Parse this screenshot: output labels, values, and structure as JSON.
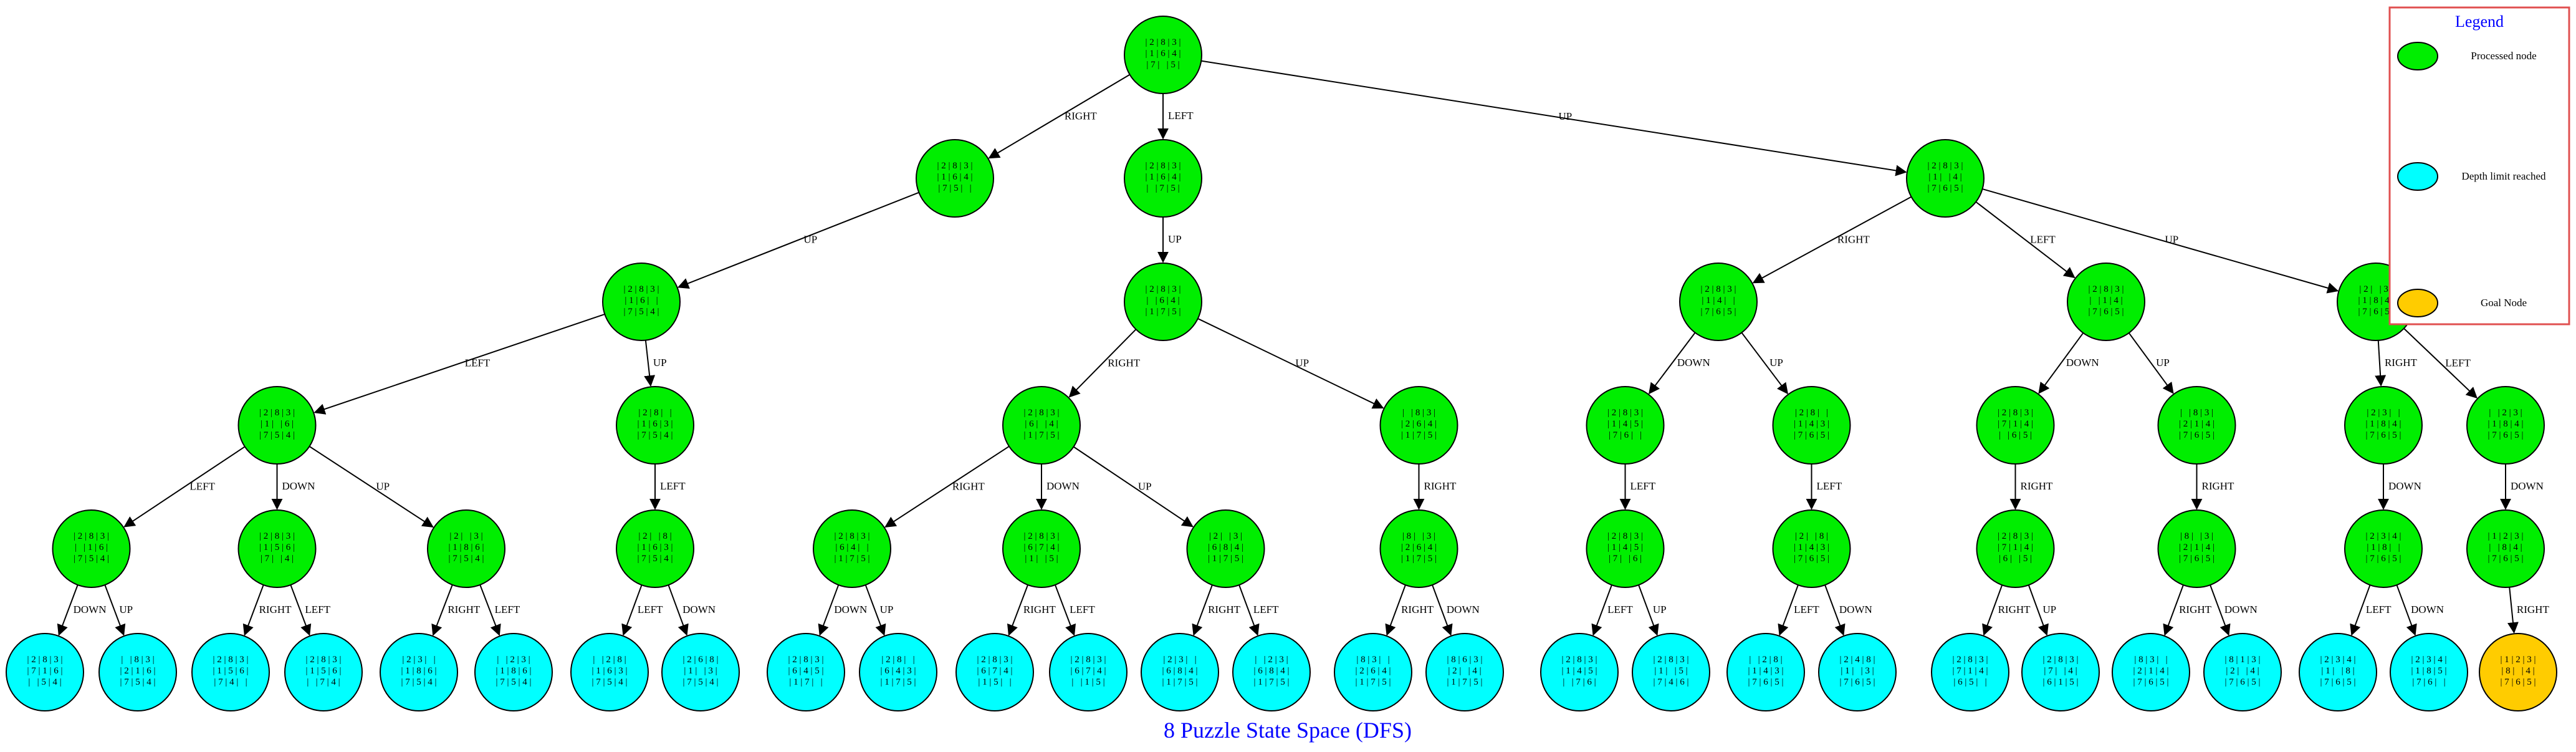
{
  "title": "8 Puzzle State Space (DFS)",
  "colors": {
    "processed": "#00ee00",
    "depth_limit": "#00ffff",
    "goal": "#ffcc00",
    "legend_border": "#e05050",
    "title_text": "#0000ff"
  },
  "legend": {
    "title": "Legend",
    "items": [
      {
        "label": "Processed node",
        "status": "processed"
      },
      {
        "label": "Depth limit reached",
        "status": "depth_limit"
      },
      {
        "label": "Goal Node",
        "status": "goal"
      }
    ]
  },
  "nodes": [
    {
      "id": "n0",
      "status": "processed",
      "lines": [
        "| 2 | 8 | 3 |",
        "| 1 | 6 | 4 |",
        "| 7 |   | 5 |"
      ]
    },
    {
      "id": "n1",
      "status": "processed",
      "lines": [
        "| 2 | 8 | 3 |",
        "| 1 | 6 | 4 |",
        "| 7 | 5 |   |"
      ]
    },
    {
      "id": "n2",
      "status": "processed",
      "lines": [
        "| 2 | 8 | 3 |",
        "| 1 | 6 | 4 |",
        "|   | 7 | 5 |"
      ]
    },
    {
      "id": "n3",
      "status": "processed",
      "lines": [
        "| 2 | 8 | 3 |",
        "| 1 |   | 4 |",
        "| 7 | 6 | 5 |"
      ]
    },
    {
      "id": "n4",
      "status": "processed",
      "lines": [
        "| 2 | 8 | 3 |",
        "| 1 | 6 |   |",
        "| 7 | 5 | 4 |"
      ]
    },
    {
      "id": "n5",
      "status": "processed",
      "lines": [
        "| 2 | 8 | 3 |",
        "|   | 6 | 4 |",
        "| 1 | 7 | 5 |"
      ]
    },
    {
      "id": "n6",
      "status": "processed",
      "lines": [
        "| 2 | 8 | 3 |",
        "| 1 | 4 |   |",
        "| 7 | 6 | 5 |"
      ]
    },
    {
      "id": "n7",
      "status": "processed",
      "lines": [
        "| 2 | 8 | 3 |",
        "|   | 1 | 4 |",
        "| 7 | 6 | 5 |"
      ]
    },
    {
      "id": "n8",
      "status": "processed",
      "lines": [
        "| 2 |   | 3 |",
        "| 1 | 8 | 4 |",
        "| 7 | 6 | 5 |"
      ]
    },
    {
      "id": "n9",
      "status": "processed",
      "lines": [
        "| 2 | 8 | 3 |",
        "| 1 |   | 6 |",
        "| 7 | 5 | 4 |"
      ]
    },
    {
      "id": "n10",
      "status": "processed",
      "lines": [
        "| 2 | 8 |   |",
        "| 1 | 6 | 3 |",
        "| 7 | 5 | 4 |"
      ]
    },
    {
      "id": "n11",
      "status": "processed",
      "lines": [
        "| 2 | 8 | 3 |",
        "| 6 |   | 4 |",
        "| 1 | 7 | 5 |"
      ]
    },
    {
      "id": "n12",
      "status": "processed",
      "lines": [
        "|   | 8 | 3 |",
        "| 2 | 6 | 4 |",
        "| 1 | 7 | 5 |"
      ]
    },
    {
      "id": "n13",
      "status": "processed",
      "lines": [
        "| 2 | 8 | 3 |",
        "| 1 | 4 | 5 |",
        "| 7 | 6 |   |"
      ]
    },
    {
      "id": "n14",
      "status": "processed",
      "lines": [
        "| 2 | 8 |   |",
        "| 1 | 4 | 3 |",
        "| 7 | 6 | 5 |"
      ]
    },
    {
      "id": "n15",
      "status": "processed",
      "lines": [
        "| 2 | 8 | 3 |",
        "| 7 | 1 | 4 |",
        "|   | 6 | 5 |"
      ]
    },
    {
      "id": "n16",
      "status": "processed",
      "lines": [
        "|   | 8 | 3 |",
        "| 2 | 1 | 4 |",
        "| 7 | 6 | 5 |"
      ]
    },
    {
      "id": "n17",
      "status": "processed",
      "lines": [
        "| 2 | 3 |   |",
        "| 1 | 8 | 4 |",
        "| 7 | 6 | 5 |"
      ]
    },
    {
      "id": "n18",
      "status": "processed",
      "lines": [
        "|   | 2 | 3 |",
        "| 1 | 8 | 4 |",
        "| 7 | 6 | 5 |"
      ]
    },
    {
      "id": "n19",
      "status": "processed",
      "lines": [
        "| 2 | 8 | 3 |",
        "|   | 1 | 6 |",
        "| 7 | 5 | 4 |"
      ]
    },
    {
      "id": "n20",
      "status": "processed",
      "lines": [
        "| 2 | 8 | 3 |",
        "| 1 | 5 | 6 |",
        "| 7 |   | 4 |"
      ]
    },
    {
      "id": "n21",
      "status": "processed",
      "lines": [
        "| 2 |   | 3 |",
        "| 1 | 8 | 6 |",
        "| 7 | 5 | 4 |"
      ]
    },
    {
      "id": "n22",
      "status": "processed",
      "lines": [
        "| 2 |   | 8 |",
        "| 1 | 6 | 3 |",
        "| 7 | 5 | 4 |"
      ]
    },
    {
      "id": "n23",
      "status": "processed",
      "lines": [
        "| 2 | 8 | 3 |",
        "| 6 | 4 |   |",
        "| 1 | 7 | 5 |"
      ]
    },
    {
      "id": "n24",
      "status": "processed",
      "lines": [
        "| 2 | 8 | 3 |",
        "| 6 | 7 | 4 |",
        "| 1 |   | 5 |"
      ]
    },
    {
      "id": "n25",
      "status": "processed",
      "lines": [
        "| 2 |   | 3 |",
        "| 6 | 8 | 4 |",
        "| 1 | 7 | 5 |"
      ]
    },
    {
      "id": "n26",
      "status": "processed",
      "lines": [
        "| 8 |   | 3 |",
        "| 2 | 6 | 4 |",
        "| 1 | 7 | 5 |"
      ]
    },
    {
      "id": "n27",
      "status": "processed",
      "lines": [
        "| 2 | 8 | 3 |",
        "| 1 | 4 | 5 |",
        "| 7 |   | 6 |"
      ]
    },
    {
      "id": "n28",
      "status": "processed",
      "lines": [
        "| 2 |   | 8 |",
        "| 1 | 4 | 3 |",
        "| 7 | 6 | 5 |"
      ]
    },
    {
      "id": "n29",
      "status": "processed",
      "lines": [
        "| 2 | 8 | 3 |",
        "| 7 | 1 | 4 |",
        "| 6 |   | 5 |"
      ]
    },
    {
      "id": "n30",
      "status": "processed",
      "lines": [
        "| 8 |   | 3 |",
        "| 2 | 1 | 4 |",
        "| 7 | 6 | 5 |"
      ]
    },
    {
      "id": "n31",
      "status": "processed",
      "lines": [
        "| 2 | 3 | 4 |",
        "| 1 | 8 |   |",
        "| 7 | 6 | 5 |"
      ]
    },
    {
      "id": "n32",
      "status": "processed",
      "lines": [
        "| 1 | 2 | 3 |",
        "|   | 8 | 4 |",
        "| 7 | 6 | 5 |"
      ]
    },
    {
      "id": "n33",
      "status": "depth_limit",
      "lines": [
        "| 2 | 8 | 3 |",
        "| 7 | 1 | 6 |",
        "|   | 5 | 4 |"
      ]
    },
    {
      "id": "n34",
      "status": "depth_limit",
      "lines": [
        "|   | 8 | 3 |",
        "| 2 | 1 | 6 |",
        "| 7 | 5 | 4 |"
      ]
    },
    {
      "id": "n35",
      "status": "depth_limit",
      "lines": [
        "| 2 | 8 | 3 |",
        "| 1 | 5 | 6 |",
        "| 7 | 4 |   |"
      ]
    },
    {
      "id": "n36",
      "status": "depth_limit",
      "lines": [
        "| 2 | 8 | 3 |",
        "| 1 | 5 | 6 |",
        "|   | 7 | 4 |"
      ]
    },
    {
      "id": "n37",
      "status": "depth_limit",
      "lines": [
        "| 2 | 3 |   |",
        "| 1 | 8 | 6 |",
        "| 7 | 5 | 4 |"
      ]
    },
    {
      "id": "n38",
      "status": "depth_limit",
      "lines": [
        "|   | 2 | 3 |",
        "| 1 | 8 | 6 |",
        "| 7 | 5 | 4 |"
      ]
    },
    {
      "id": "n39",
      "status": "depth_limit",
      "lines": [
        "|   | 2 | 8 |",
        "| 1 | 6 | 3 |",
        "| 7 | 5 | 4 |"
      ]
    },
    {
      "id": "n40",
      "status": "depth_limit",
      "lines": [
        "| 2 | 6 | 8 |",
        "| 1 |   | 3 |",
        "| 7 | 5 | 4 |"
      ]
    },
    {
      "id": "n41",
      "status": "depth_limit",
      "lines": [
        "| 2 | 8 | 3 |",
        "| 6 | 4 | 5 |",
        "| 1 | 7 |   |"
      ]
    },
    {
      "id": "n42",
      "status": "depth_limit",
      "lines": [
        "| 2 | 8 |   |",
        "| 6 | 4 | 3 |",
        "| 1 | 7 | 5 |"
      ]
    },
    {
      "id": "n43",
      "status": "depth_limit",
      "lines": [
        "| 2 | 8 | 3 |",
        "| 6 | 7 | 4 |",
        "| 1 | 5 |   |"
      ]
    },
    {
      "id": "n44",
      "status": "depth_limit",
      "lines": [
        "| 2 | 8 | 3 |",
        "| 6 | 7 | 4 |",
        "|   | 1 | 5 |"
      ]
    },
    {
      "id": "n45",
      "status": "depth_limit",
      "lines": [
        "| 2 | 3 |   |",
        "| 6 | 8 | 4 |",
        "| 1 | 7 | 5 |"
      ]
    },
    {
      "id": "n46",
      "status": "depth_limit",
      "lines": [
        "|   | 2 | 3 |",
        "| 6 | 8 | 4 |",
        "| 1 | 7 | 5 |"
      ]
    },
    {
      "id": "n47",
      "status": "depth_limit",
      "lines": [
        "| 8 | 3 |   |",
        "| 2 | 6 | 4 |",
        "| 1 | 7 | 5 |"
      ]
    },
    {
      "id": "n48",
      "status": "depth_limit",
      "lines": [
        "| 8 | 6 | 3 |",
        "| 2 |   | 4 |",
        "| 1 | 7 | 5 |"
      ]
    },
    {
      "id": "n49",
      "status": "depth_limit",
      "lines": [
        "| 2 | 8 | 3 |",
        "| 1 | 4 | 5 |",
        "|   | 7 | 6 |"
      ]
    },
    {
      "id": "n50",
      "status": "depth_limit",
      "lines": [
        "| 2 | 8 | 3 |",
        "| 1 |   | 5 |",
        "| 7 | 4 | 6 |"
      ]
    },
    {
      "id": "n51",
      "status": "depth_limit",
      "lines": [
        "|   | 2 | 8 |",
        "| 1 | 4 | 3 |",
        "| 7 | 6 | 5 |"
      ]
    },
    {
      "id": "n52",
      "status": "depth_limit",
      "lines": [
        "| 2 | 4 | 8 |",
        "| 1 |   | 3 |",
        "| 7 | 6 | 5 |"
      ]
    },
    {
      "id": "n53",
      "status": "depth_limit",
      "lines": [
        "| 2 | 8 | 3 |",
        "| 7 | 1 | 4 |",
        "| 6 | 5 |   |"
      ]
    },
    {
      "id": "n54",
      "status": "depth_limit",
      "lines": [
        "| 2 | 8 | 3 |",
        "| 7 |   | 4 |",
        "| 6 | 1 | 5 |"
      ]
    },
    {
      "id": "n55",
      "status": "depth_limit",
      "lines": [
        "| 8 | 3 |   |",
        "| 2 | 1 | 4 |",
        "| 7 | 6 | 5 |"
      ]
    },
    {
      "id": "n56",
      "status": "depth_limit",
      "lines": [
        "| 8 | 1 | 3 |",
        "| 2 |   | 4 |",
        "| 7 | 6 | 5 |"
      ]
    },
    {
      "id": "n57",
      "status": "depth_limit",
      "lines": [
        "| 2 | 3 | 4 |",
        "| 1 |   | 8 |",
        "| 7 | 6 | 5 |"
      ]
    },
    {
      "id": "n58",
      "status": "depth_limit",
      "lines": [
        "| 2 | 3 | 4 |",
        "| 1 | 8 | 5 |",
        "| 7 | 6 |   |"
      ]
    },
    {
      "id": "n59",
      "status": "goal",
      "lines": [
        "| 1 | 2 | 3 |",
        "| 8 |   | 4 |",
        "| 7 | 6 | 5 |"
      ]
    }
  ],
  "edges": [
    {
      "from": "n0",
      "to": "n1",
      "label": "RIGHT"
    },
    {
      "from": "n0",
      "to": "n2",
      "label": "LEFT"
    },
    {
      "from": "n0",
      "to": "n3",
      "label": "UP"
    },
    {
      "from": "n1",
      "to": "n4",
      "label": "UP"
    },
    {
      "from": "n2",
      "to": "n5",
      "label": "UP"
    },
    {
      "from": "n3",
      "to": "n6",
      "label": "RIGHT"
    },
    {
      "from": "n3",
      "to": "n7",
      "label": "LEFT"
    },
    {
      "from": "n3",
      "to": "n8",
      "label": "UP"
    },
    {
      "from": "n4",
      "to": "n9",
      "label": "LEFT"
    },
    {
      "from": "n4",
      "to": "n10",
      "label": "UP"
    },
    {
      "from": "n5",
      "to": "n11",
      "label": "RIGHT"
    },
    {
      "from": "n5",
      "to": "n12",
      "label": "UP"
    },
    {
      "from": "n6",
      "to": "n13",
      "label": "DOWN"
    },
    {
      "from": "n6",
      "to": "n14",
      "label": "UP"
    },
    {
      "from": "n7",
      "to": "n15",
      "label": "DOWN"
    },
    {
      "from": "n7",
      "to": "n16",
      "label": "UP"
    },
    {
      "from": "n8",
      "to": "n17",
      "label": "RIGHT"
    },
    {
      "from": "n8",
      "to": "n18",
      "label": "LEFT"
    },
    {
      "from": "n9",
      "to": "n19",
      "label": "LEFT"
    },
    {
      "from": "n9",
      "to": "n20",
      "label": "DOWN"
    },
    {
      "from": "n9",
      "to": "n21",
      "label": "UP"
    },
    {
      "from": "n10",
      "to": "n22",
      "label": "LEFT"
    },
    {
      "from": "n11",
      "to": "n23",
      "label": "RIGHT"
    },
    {
      "from": "n11",
      "to": "n24",
      "label": "DOWN"
    },
    {
      "from": "n11",
      "to": "n25",
      "label": "UP"
    },
    {
      "from": "n12",
      "to": "n26",
      "label": "RIGHT"
    },
    {
      "from": "n13",
      "to": "n27",
      "label": "LEFT"
    },
    {
      "from": "n14",
      "to": "n28",
      "label": "LEFT"
    },
    {
      "from": "n15",
      "to": "n29",
      "label": "RIGHT"
    },
    {
      "from": "n16",
      "to": "n30",
      "label": "RIGHT"
    },
    {
      "from": "n17",
      "to": "n31",
      "label": "DOWN"
    },
    {
      "from": "n18",
      "to": "n32",
      "label": "DOWN"
    },
    {
      "from": "n19",
      "to": "n33",
      "label": "DOWN"
    },
    {
      "from": "n19",
      "to": "n34",
      "label": "UP"
    },
    {
      "from": "n20",
      "to": "n35",
      "label": "RIGHT"
    },
    {
      "from": "n20",
      "to": "n36",
      "label": "LEFT"
    },
    {
      "from": "n21",
      "to": "n37",
      "label": "RIGHT"
    },
    {
      "from": "n21",
      "to": "n38",
      "label": "LEFT"
    },
    {
      "from": "n22",
      "to": "n39",
      "label": "LEFT"
    },
    {
      "from": "n22",
      "to": "n40",
      "label": "DOWN"
    },
    {
      "from": "n23",
      "to": "n41",
      "label": "DOWN"
    },
    {
      "from": "n23",
      "to": "n42",
      "label": "UP"
    },
    {
      "from": "n24",
      "to": "n43",
      "label": "RIGHT"
    },
    {
      "from": "n24",
      "to": "n44",
      "label": "LEFT"
    },
    {
      "from": "n25",
      "to": "n45",
      "label": "RIGHT"
    },
    {
      "from": "n25",
      "to": "n46",
      "label": "LEFT"
    },
    {
      "from": "n26",
      "to": "n47",
      "label": "RIGHT"
    },
    {
      "from": "n26",
      "to": "n48",
      "label": "DOWN"
    },
    {
      "from": "n27",
      "to": "n49",
      "label": "LEFT"
    },
    {
      "from": "n27",
      "to": "n50",
      "label": "UP"
    },
    {
      "from": "n28",
      "to": "n51",
      "label": "LEFT"
    },
    {
      "from": "n28",
      "to": "n52",
      "label": "DOWN"
    },
    {
      "from": "n29",
      "to": "n53",
      "label": "RIGHT"
    },
    {
      "from": "n29",
      "to": "n54",
      "label": "UP"
    },
    {
      "from": "n30",
      "to": "n55",
      "label": "RIGHT"
    },
    {
      "from": "n30",
      "to": "n56",
      "label": "DOWN"
    },
    {
      "from": "n31",
      "to": "n57",
      "label": "LEFT"
    },
    {
      "from": "n31",
      "to": "n58",
      "label": "DOWN"
    },
    {
      "from": "n32",
      "to": "n59",
      "label": "RIGHT"
    }
  ]
}
